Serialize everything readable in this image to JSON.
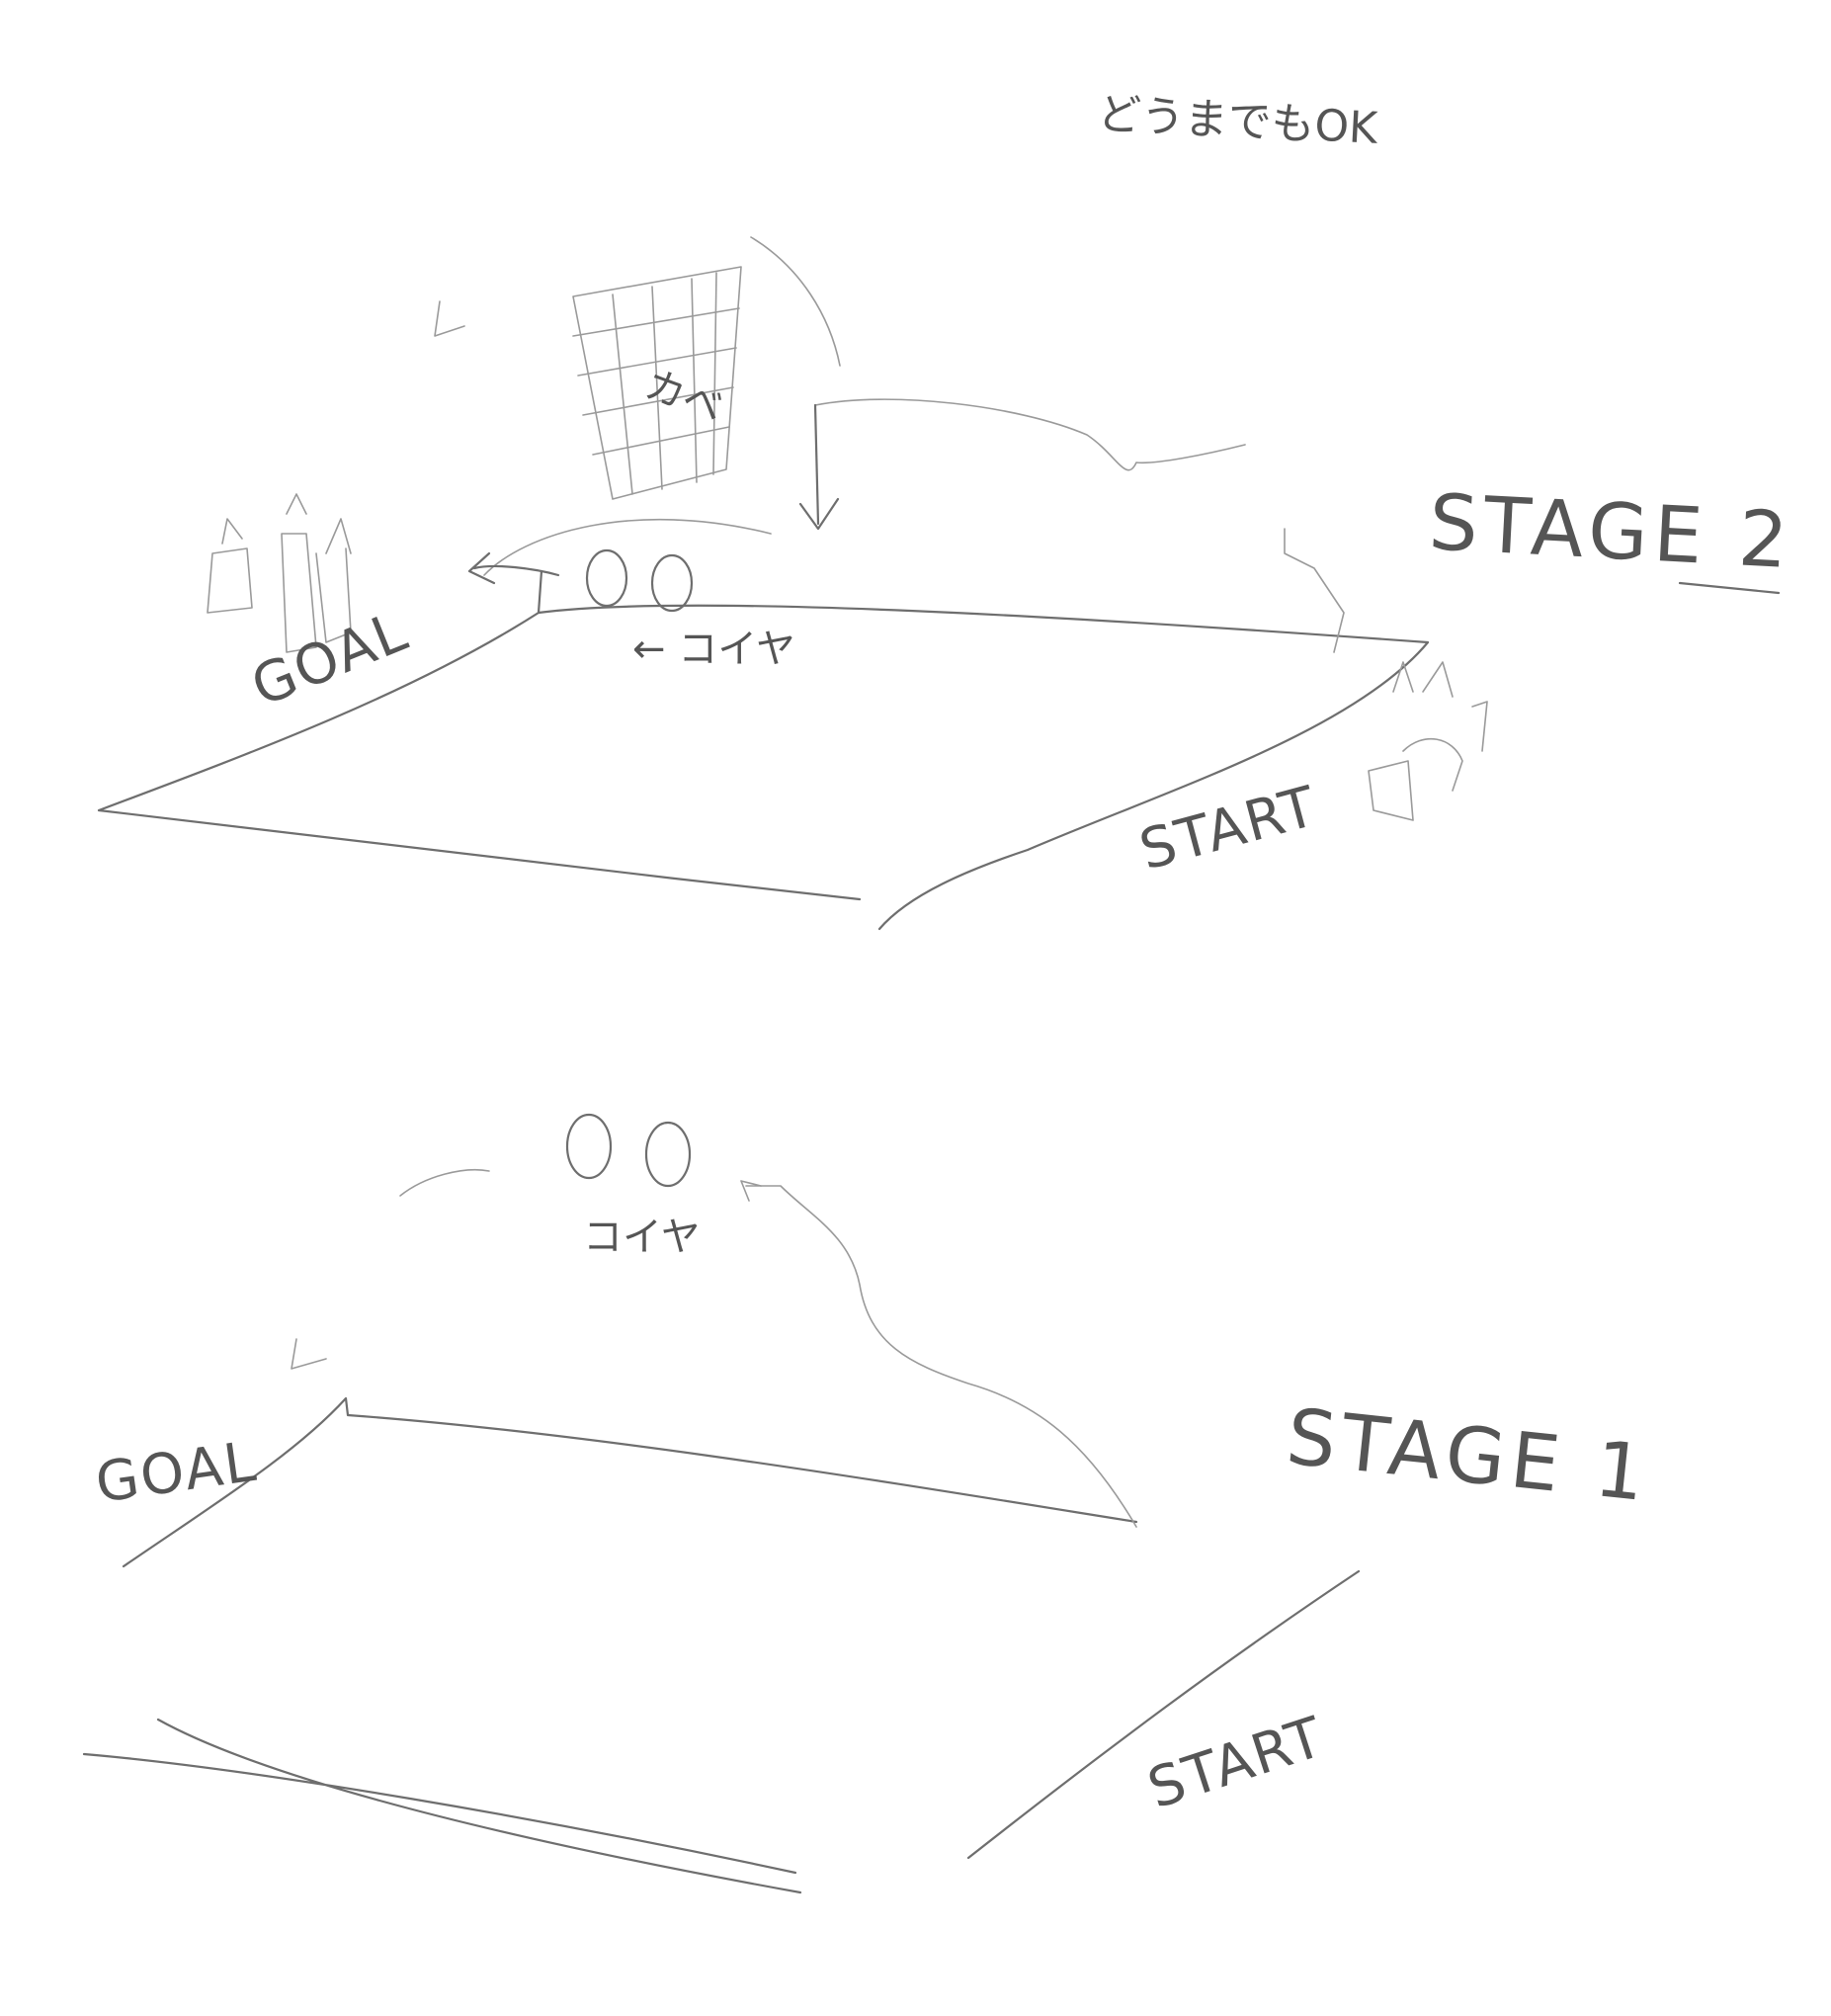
{
  "note": "どうまでもOK",
  "stage2": {
    "title": "STAGE 2",
    "goal_label": "GOAL",
    "start_label": "START",
    "marker_label": "← コイヤ",
    "window_label": "カベ"
  },
  "stage1": {
    "title": "STAGE 1",
    "goal_label": "GOAL",
    "start_label": "START",
    "marker_label": "コイヤ"
  }
}
